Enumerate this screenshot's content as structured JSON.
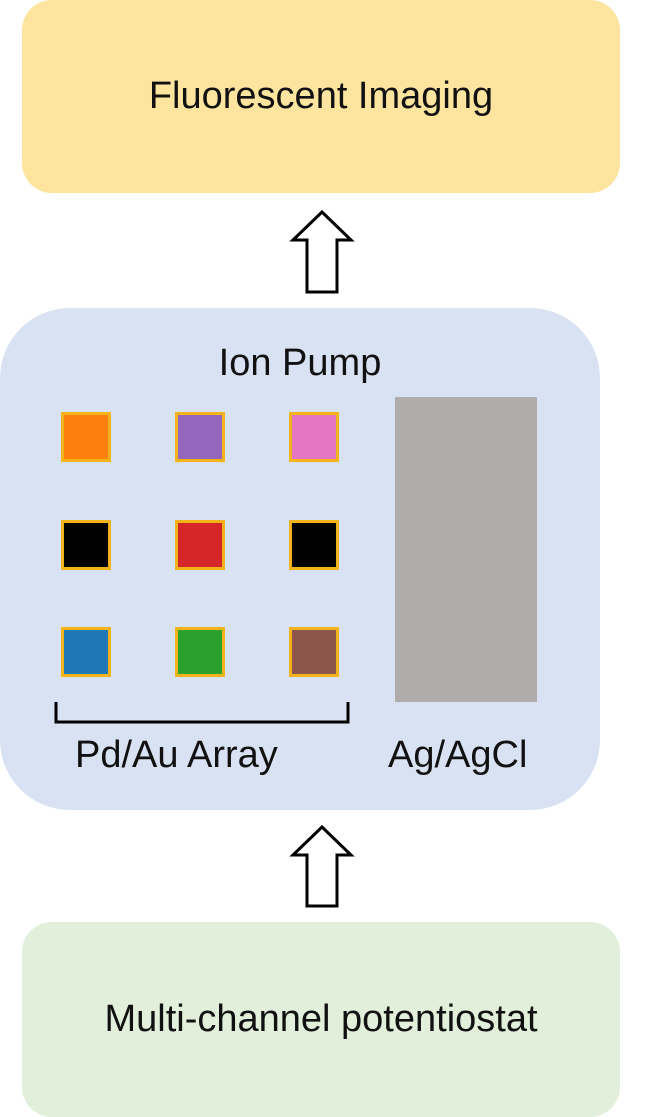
{
  "top_box": {
    "label": "Fluorescent Imaging",
    "color": "#fde5a0"
  },
  "middle_box": {
    "title": "Ion Pump",
    "color": "#d9e2f3",
    "array_label": "Pd/Au Array",
    "reference_label": "Ag/AgCl",
    "reference_color": "#b0acab",
    "pad_border_color": "#f4b31a",
    "pads": [
      [
        "#fd7f0e",
        "#9467bd",
        "#e377c2"
      ],
      [
        "#000000",
        "#d62728",
        "#000000"
      ],
      [
        "#1f77b4",
        "#2ca02c",
        "#8c564b"
      ]
    ]
  },
  "bottom_box": {
    "label": "Multi-channel potentiostat",
    "color": "#e2efda"
  },
  "icons": {
    "upper_arrow": "up-arrow-outline",
    "lower_arrow": "up-arrow-outline",
    "array_bracket": "bracket"
  }
}
